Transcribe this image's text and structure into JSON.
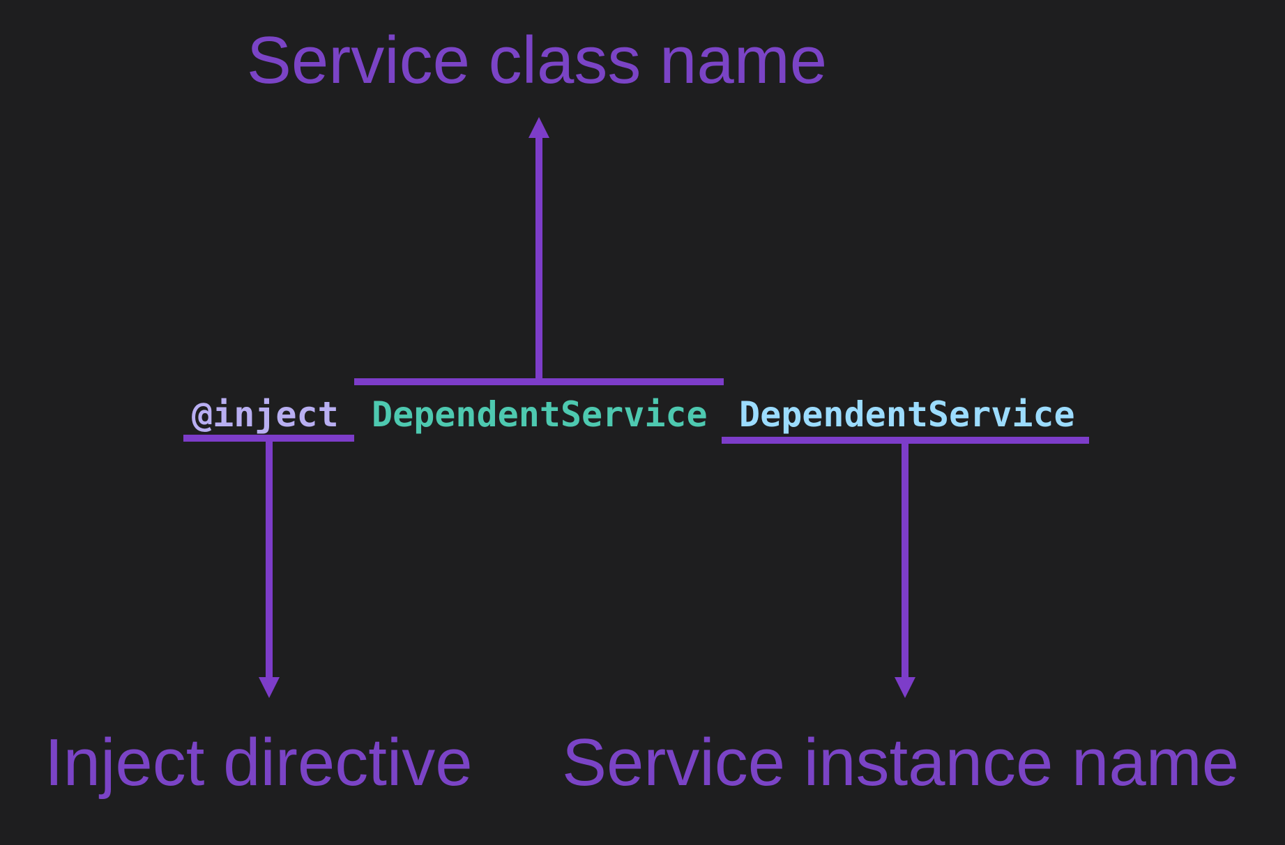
{
  "colors": {
    "background": "#1e1e1f",
    "annotation_text": "#7b44c6",
    "annotation_line": "#7d3dc9",
    "directive_token": "#b9aff2",
    "class_token": "#4ec9b0",
    "instance_token": "#9cdcfe"
  },
  "labels": {
    "service_class": "Service class name",
    "inject_directive": "Inject directive",
    "service_instance": "Service instance name"
  },
  "code": {
    "directive": "@inject",
    "class_name": "DependentService",
    "instance_name": "DependentService"
  }
}
